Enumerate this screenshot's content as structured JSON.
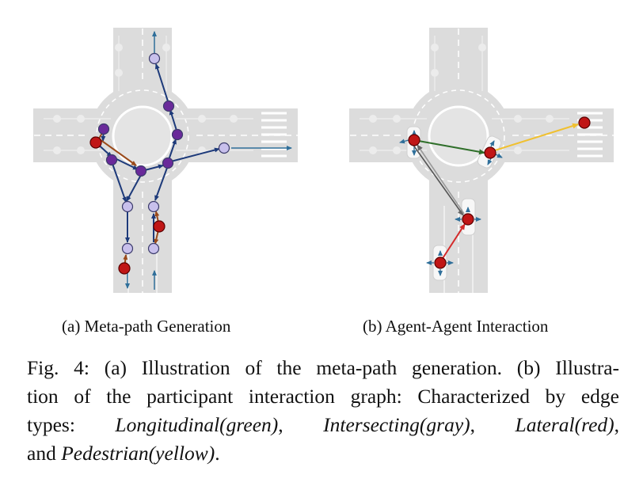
{
  "subcaptions": {
    "a": "(a) Meta-path Generation",
    "b": "(b) Agent-Agent Interaction"
  },
  "caption": {
    "line1": "Fig. 4: (a) Illustration of the meta-path generation. (b) Illustra-",
    "line2": "tion of the participant interaction graph: Characterized by edge",
    "line3_start": "types: ",
    "edge_longitudinal": "Longitudinal(green)",
    "sep1": ", ",
    "edge_intersecting": "Intersecting(gray)",
    "sep2": ", ",
    "edge_lateral": "Lateral(red)",
    "sep3": ",",
    "line4_start": "and ",
    "edge_pedestrian": "Pedestrian(yellow)",
    "line4_end": "."
  },
  "colors": {
    "road": "#dcdcdc",
    "road_edge": "#cfcfcf",
    "lane_marking": "#ffffff",
    "path_edge": "#1d3a7a",
    "lane_arrow": "#2f6f9a",
    "meta_node_light": "#c8c0ec",
    "meta_node_purple": "#6a2a9a",
    "agent_red": "#c01616",
    "edge_longitudinal": "#2f6f2a",
    "edge_intersecting": "#7a7a7a",
    "edge_lateral": "#d42a2a",
    "edge_pedestrian": "#f0c030",
    "edge_brown": "#9a4a1a"
  }
}
